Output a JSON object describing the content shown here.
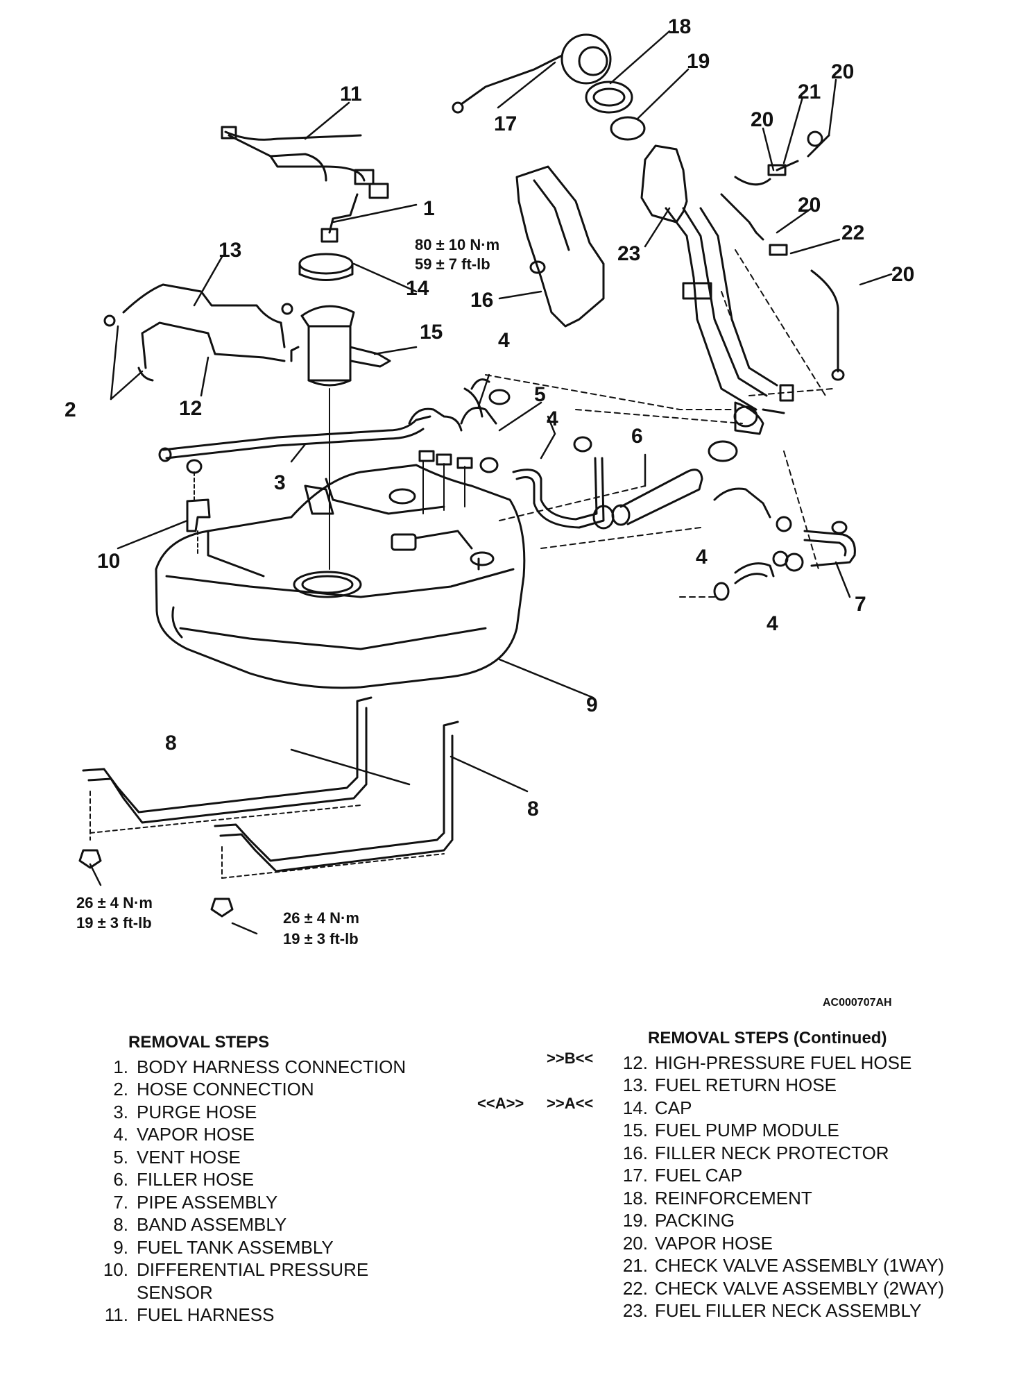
{
  "diagram": {
    "callouts": [
      "1",
      "2",
      "3",
      "4",
      "4",
      "4",
      "4",
      "5",
      "6",
      "7",
      "8",
      "8",
      "9",
      "10",
      "11",
      "12",
      "13",
      "14",
      "15",
      "16",
      "17",
      "18",
      "19",
      "20",
      "20",
      "20",
      "20",
      "21",
      "22",
      "23"
    ],
    "torque_specs": {
      "cap": [
        "80 ± 10 N·m",
        "59 ± 7 ft-lb"
      ],
      "band_left": [
        "26 ± 4 N·m",
        "19 ± 3 ft-lb"
      ],
      "band_right": [
        "26 ± 4 N·m",
        "19 ± 3 ft-lb"
      ]
    },
    "reference_code": "AC000707AH"
  },
  "removal_steps": {
    "title": "REMOVAL STEPS",
    "items": [
      {
        "num": "1.",
        "text": "BODY HARNESS CONNECTION"
      },
      {
        "num": "2.",
        "text": "HOSE CONNECTION"
      },
      {
        "num": "3.",
        "text": "PURGE HOSE"
      },
      {
        "num": "4.",
        "text": "VAPOR HOSE"
      },
      {
        "num": "5.",
        "text": "VENT HOSE"
      },
      {
        "num": "6.",
        "text": "FILLER HOSE"
      },
      {
        "num": "7.",
        "text": "PIPE ASSEMBLY"
      },
      {
        "num": "8.",
        "text": "BAND ASSEMBLY"
      },
      {
        "num": "9.",
        "text": "FUEL TANK ASSEMBLY"
      },
      {
        "num": "10.",
        "text": "DIFFERENTIAL PRESSURE"
      },
      {
        "num": "",
        "text": "SENSOR"
      },
      {
        "num": "11.",
        "text": "FUEL HARNESS"
      }
    ]
  },
  "removal_steps_continued": {
    "title": "REMOVAL STEPS (Continued)",
    "markers": {
      "step12": ">>B<<",
      "step14_left": "<<A>>",
      "step14_right": ">>A<<"
    },
    "items": [
      {
        "num": "12.",
        "text": "HIGH-PRESSURE FUEL HOSE"
      },
      {
        "num": "13.",
        "text": "FUEL RETURN HOSE"
      },
      {
        "num": "14.",
        "text": "CAP"
      },
      {
        "num": "15.",
        "text": "FUEL PUMP MODULE"
      },
      {
        "num": "16.",
        "text": "FILLER NECK PROTECTOR"
      },
      {
        "num": "17.",
        "text": "FUEL CAP"
      },
      {
        "num": "18.",
        "text": "REINFORCEMENT"
      },
      {
        "num": "19.",
        "text": "PACKING"
      },
      {
        "num": "20.",
        "text": "VAPOR HOSE"
      },
      {
        "num": "21.",
        "text": "CHECK VALVE ASSEMBLY (1WAY)"
      },
      {
        "num": "22.",
        "text": "CHECK VALVE ASSEMBLY (2WAY)"
      },
      {
        "num": "23.",
        "text": "FUEL FILLER NECK ASSEMBLY"
      }
    ]
  }
}
